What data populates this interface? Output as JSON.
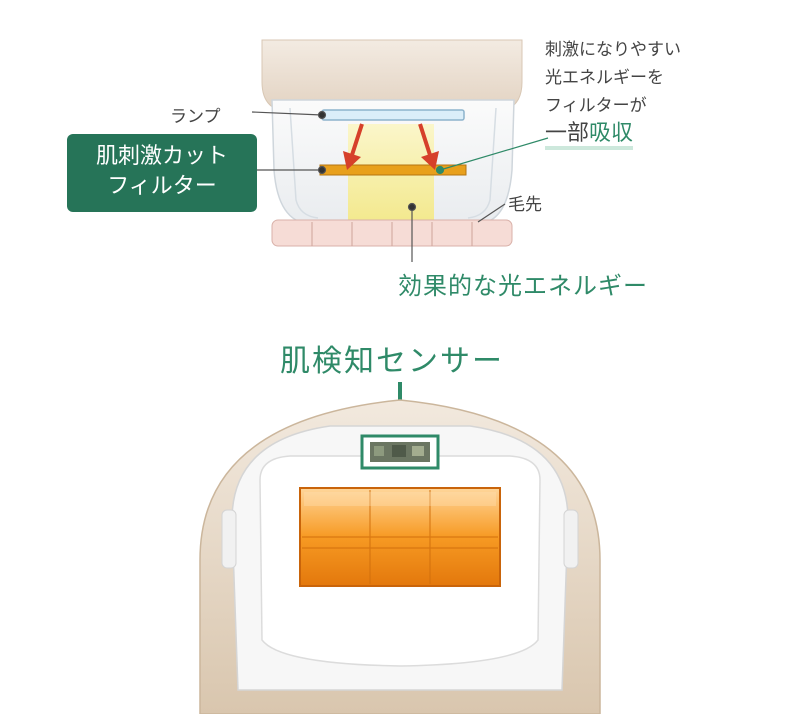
{
  "labels": {
    "lamp": "ランプ",
    "skin_filter_line1": "肌刺激カット",
    "skin_filter_line2": "フィルター",
    "note_line1": "刺激になりやすい",
    "note_line2": "光エネルギーを",
    "note_line3": "フィルターが",
    "note_line4a": "一部",
    "note_line4b": "吸収",
    "hair_tip": "毛先",
    "effective_light": "効果的な光エネルギー",
    "skin_sensor": "肌検知センサー"
  },
  "colors": {
    "accent_green": "#2f8a68",
    "box_green": "#267458",
    "arrow_red": "#d6402a",
    "filter_orange": "#e8a01c",
    "light_yellow": "#f6ee9a",
    "window_orange": "#f7941d",
    "body_beige": "#e7d9c8"
  }
}
